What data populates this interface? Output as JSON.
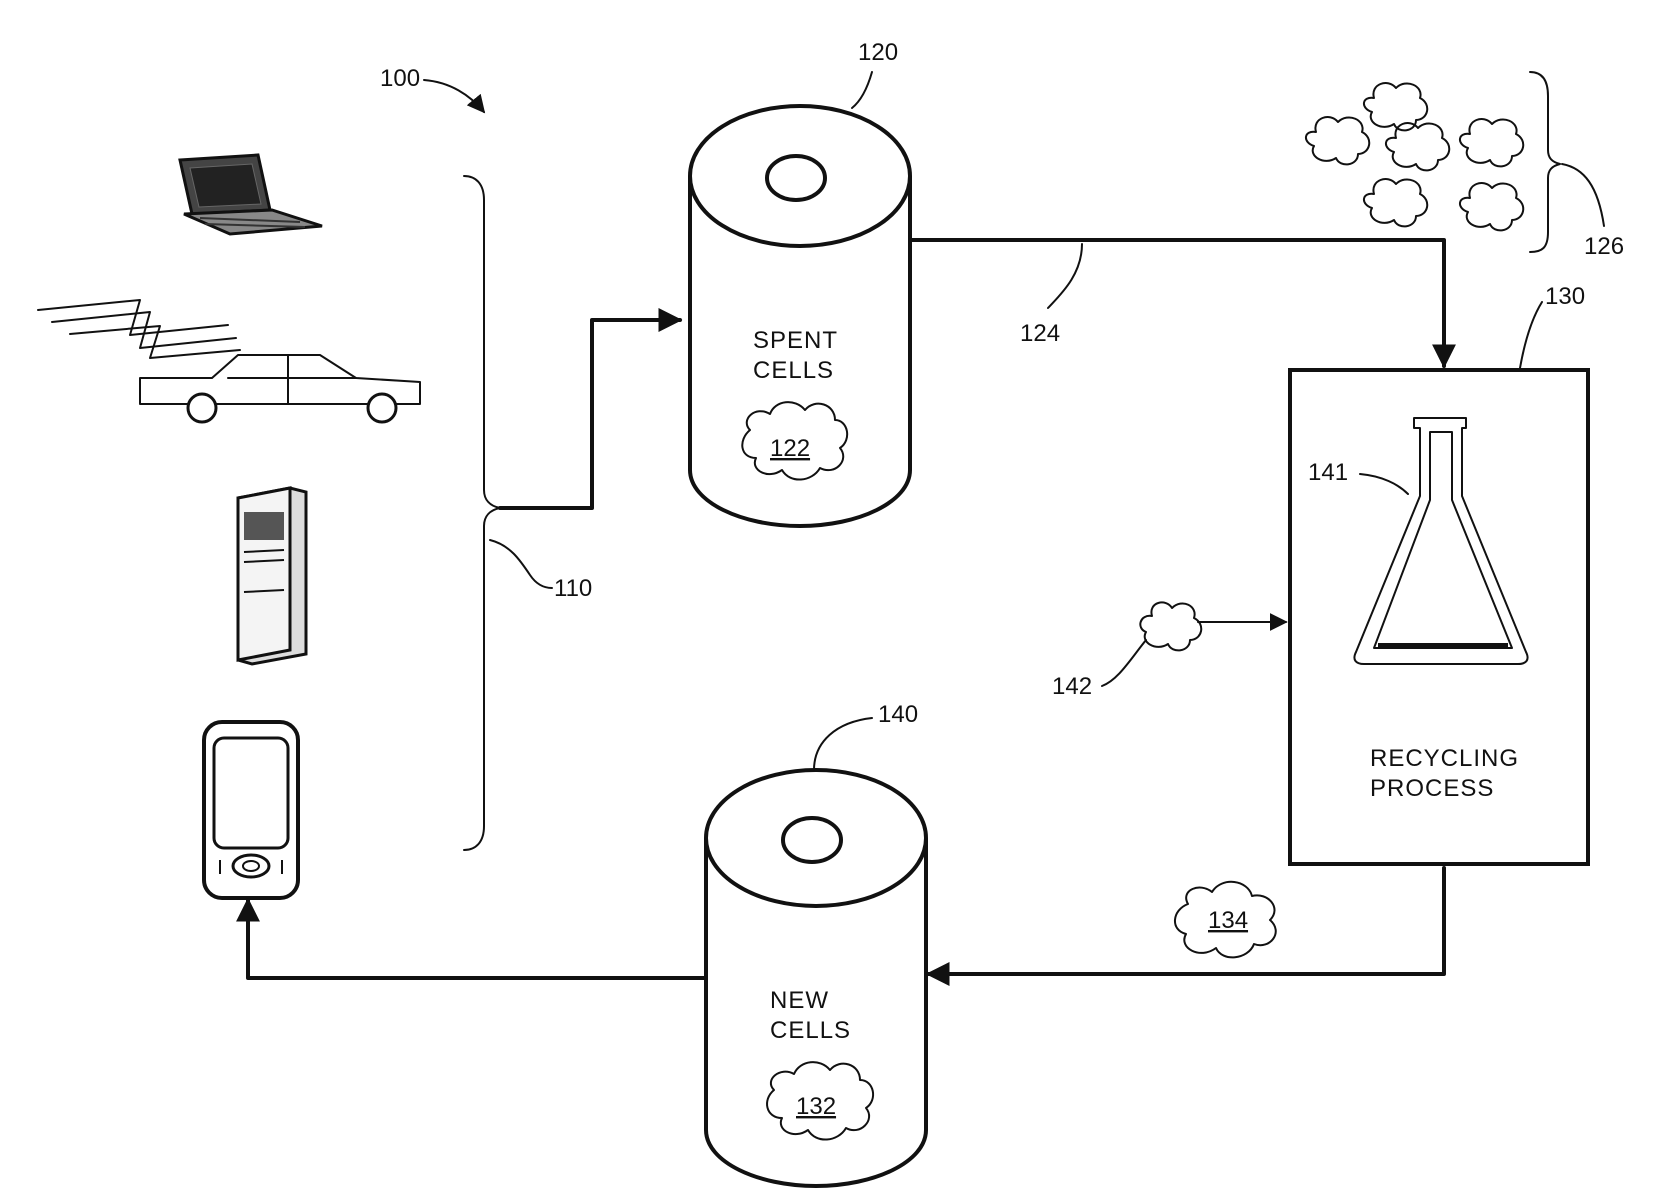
{
  "figure": {
    "system_ref": "100",
    "device_group_ref": "110",
    "spent": {
      "ref": "120",
      "label_line1": "SPENT",
      "label_line2": "CELLS",
      "material_ref": "122"
    },
    "flow_ref": "124",
    "contaminants_ref": "126",
    "recycling": {
      "ref": "130",
      "label_line1": "RECYCLING",
      "label_line2": "PROCESS",
      "flask_ref": "141"
    },
    "additive_ref": "142",
    "output_material_ref": "134",
    "new": {
      "ref": "140",
      "label_line1": "NEW",
      "label_line2": "CELLS",
      "material_ref": "132"
    }
  }
}
